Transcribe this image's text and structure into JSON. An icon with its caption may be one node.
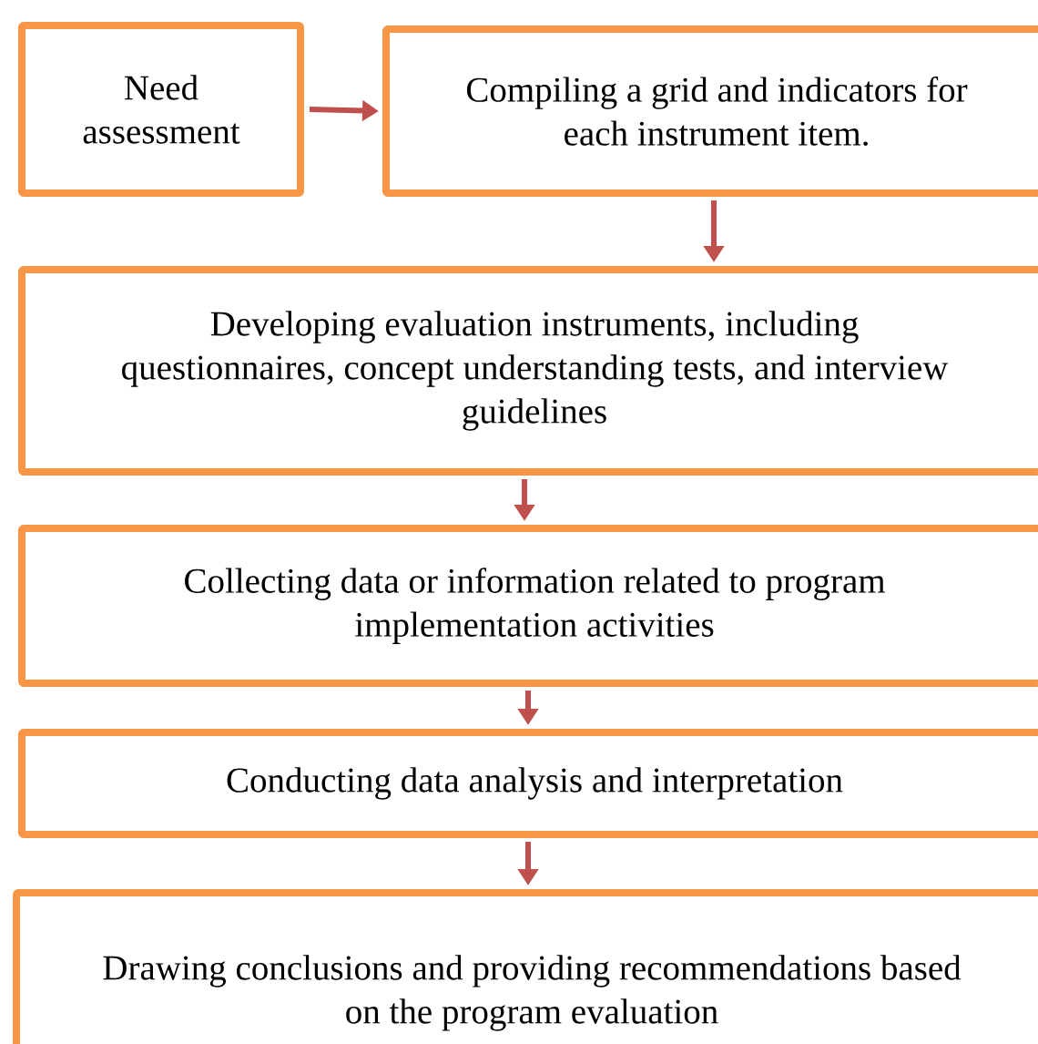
{
  "diagram": {
    "nodes": [
      {
        "text": [
          "Need assessment"
        ]
      },
      {
        "text": [
          "Compiling a grid and indicators for each instrument item."
        ]
      },
      {
        "text": [
          "Developing evaluation instruments, including questionnaires, concept understanding tests, and interview guidelines"
        ]
      },
      {
        "text": [
          "Collecting data or information related to program implementation activities"
        ]
      },
      {
        "text": [
          "Conducting data analysis and interpretation"
        ]
      },
      {
        "text": [
          "Drawing conclusions and providing recommendations based on the program evaluation"
        ]
      }
    ],
    "edges": [
      {
        "from": 0,
        "to": 1,
        "arrow": "to"
      },
      {
        "from": 1,
        "to": 2,
        "arrow": "to"
      },
      {
        "from": 2,
        "to": 3,
        "arrow": "to"
      },
      {
        "from": 3,
        "to": 4,
        "arrow": "to"
      },
      {
        "from": 4,
        "to": 5,
        "arrow": "to"
      }
    ]
  }
}
